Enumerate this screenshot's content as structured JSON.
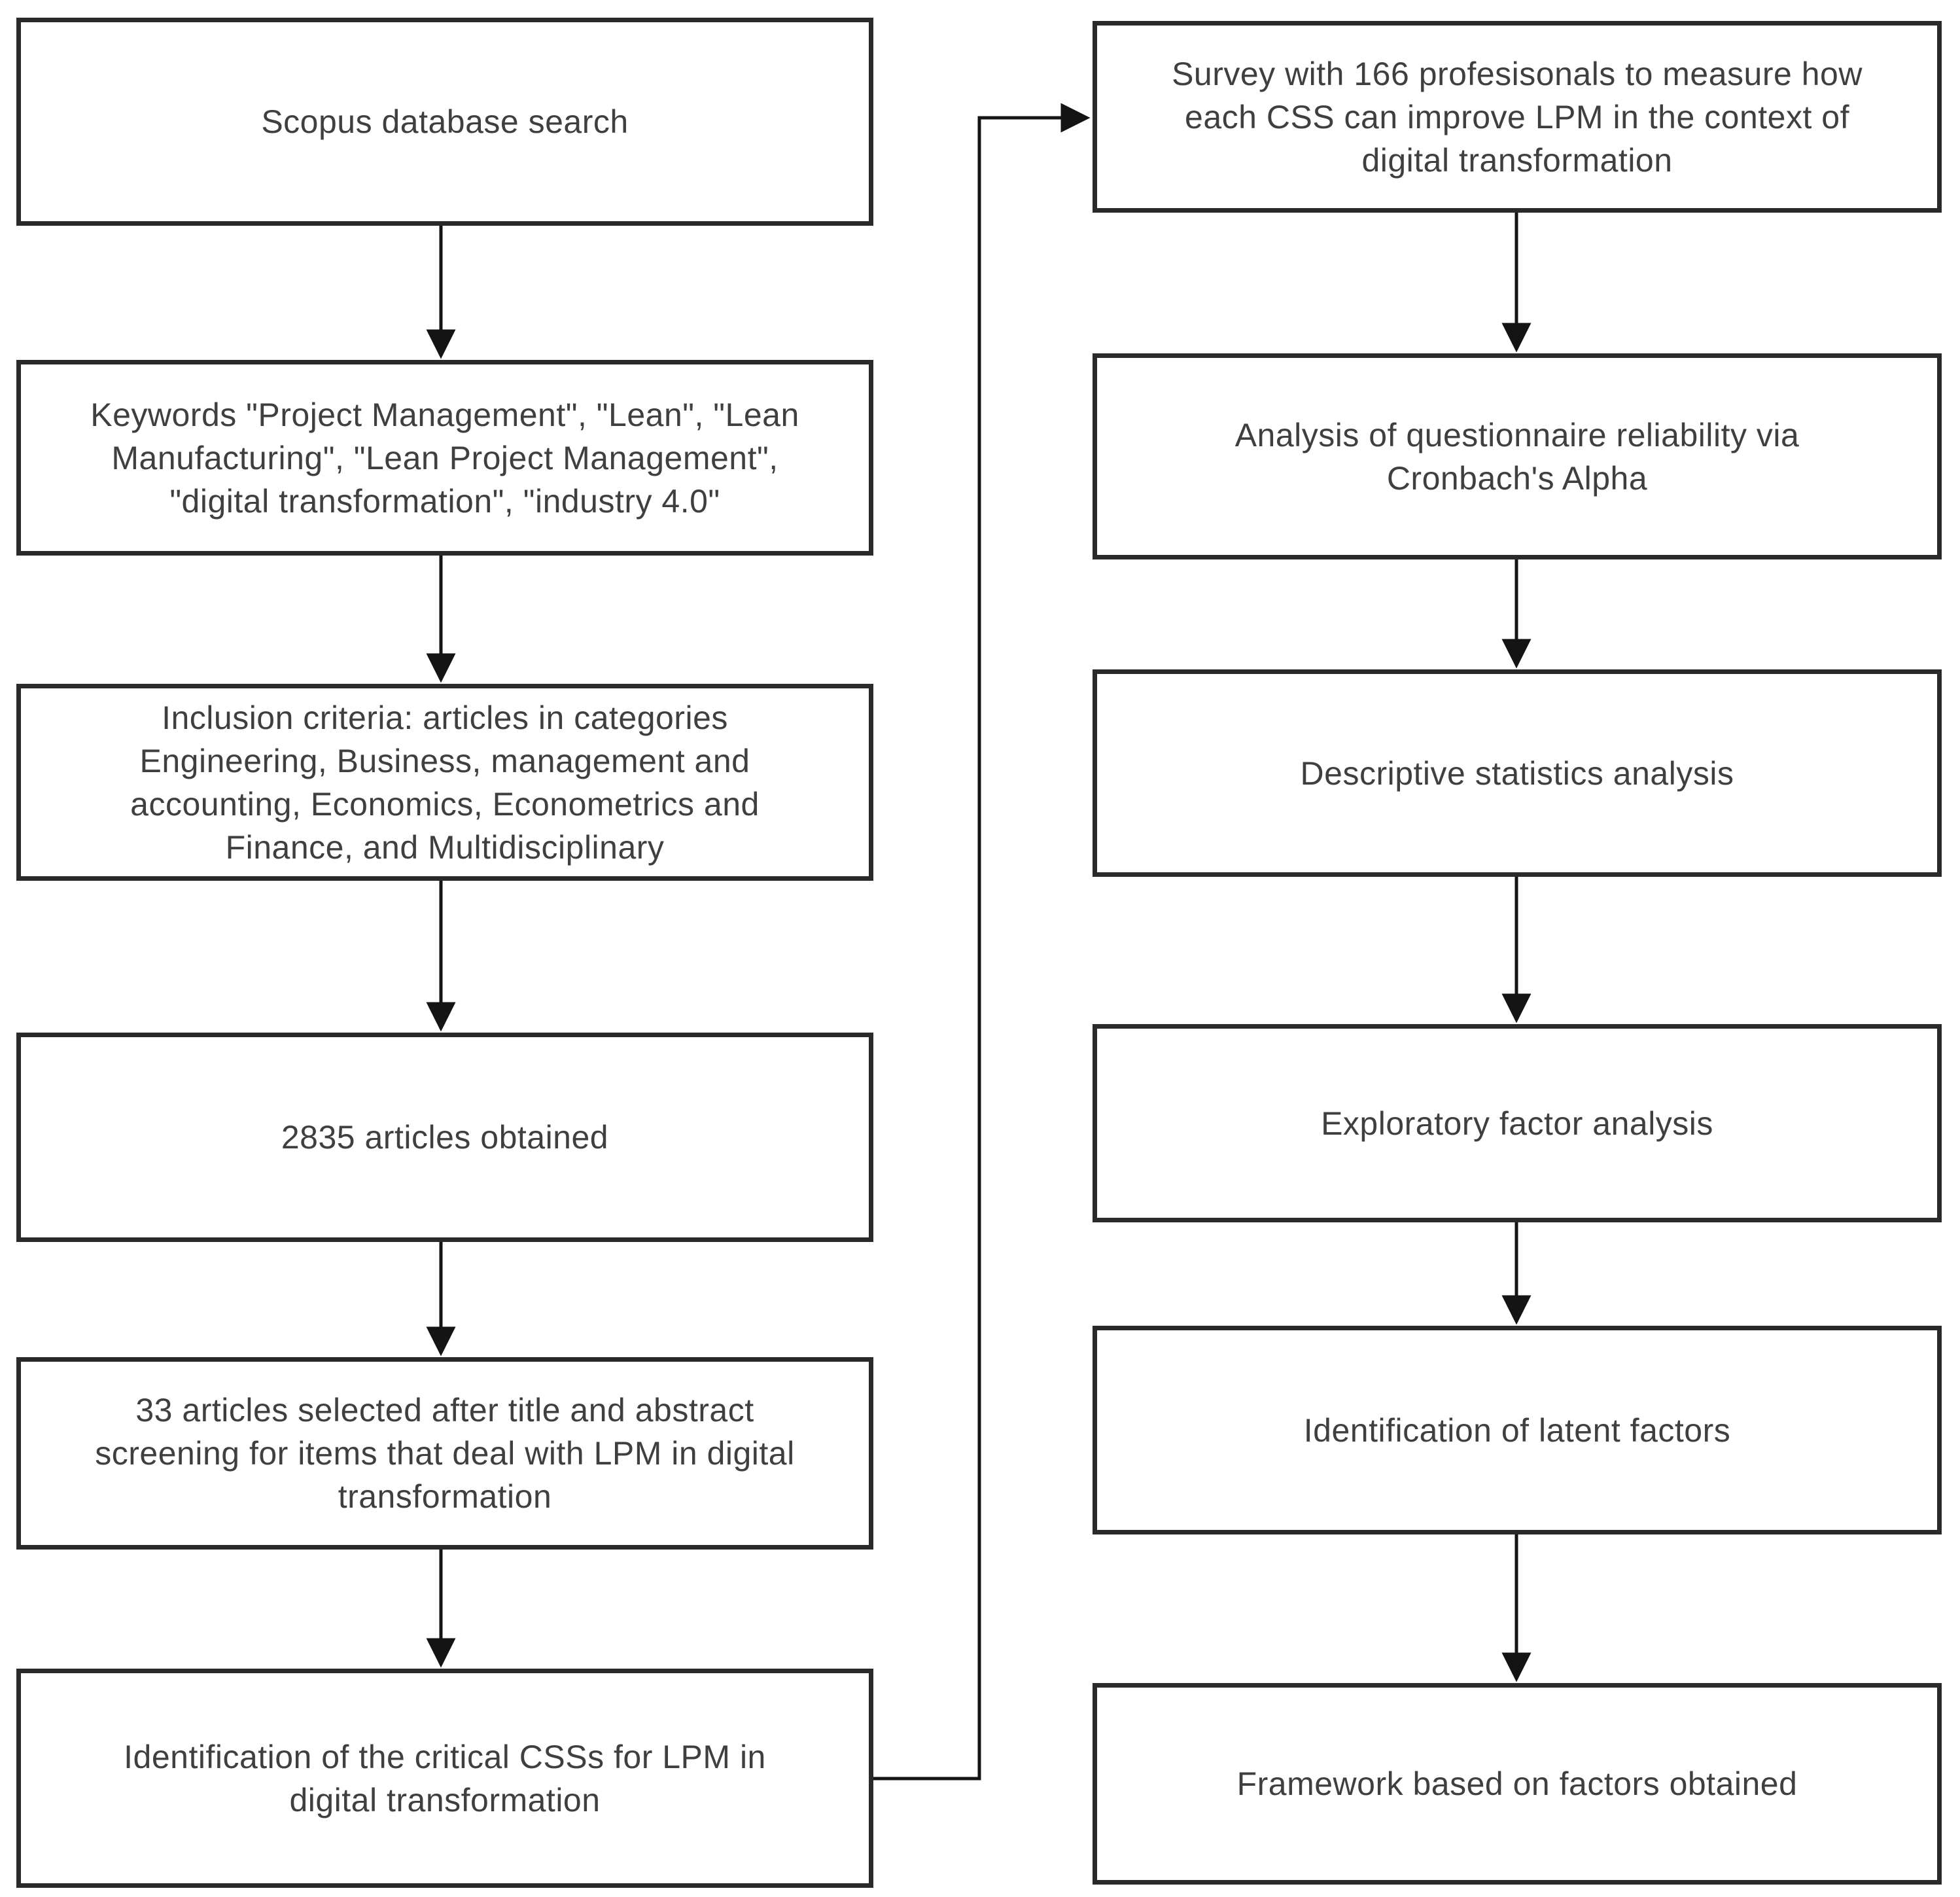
{
  "diagram": {
    "type": "flowchart",
    "colors": {
      "background": "#ffffff",
      "box_border": "#2a2a2a",
      "text": "#3f3f3f",
      "arrow": "#141414"
    },
    "left_column": [
      {
        "id": "scopus-search",
        "text": "Scopus database search"
      },
      {
        "id": "keywords",
        "text": "Keywords \"Project Management\", \"Lean\", \"Lean\nManufacturing\", \"Lean Project Management\",\n\"digital transformation\", \"industry 4.0\""
      },
      {
        "id": "inclusion-criteria",
        "text": "Inclusion criteria: articles in categories\nEngineering, Business, management and\naccounting, Economics, Econometrics and\nFinance, and Multidisciplinary"
      },
      {
        "id": "articles-obtained",
        "text": "2835 articles obtained"
      },
      {
        "id": "articles-selected",
        "text": "33 articles selected after title and abstract\nscreening for items that deal with LPM in digital\ntransformation"
      },
      {
        "id": "css-identification",
        "text": "Identification of the critical CSSs for LPM in\ndigital transformation"
      }
    ],
    "right_column": [
      {
        "id": "survey",
        "text": "Survey with 166 profesisonals to measure how\neach CSS can improve LPM in the context of\ndigital transformation"
      },
      {
        "id": "reliability-analysis",
        "text": "Analysis of questionnaire reliability via\nCronbach's Alpha"
      },
      {
        "id": "descriptive-statistics",
        "text": "Descriptive statistics analysis"
      },
      {
        "id": "exploratory-factor-analysis",
        "text": "Exploratory factor analysis"
      },
      {
        "id": "latent-factors",
        "text": "Identification of latent factors"
      },
      {
        "id": "framework",
        "text": "Framework based on factors obtained"
      }
    ]
  }
}
